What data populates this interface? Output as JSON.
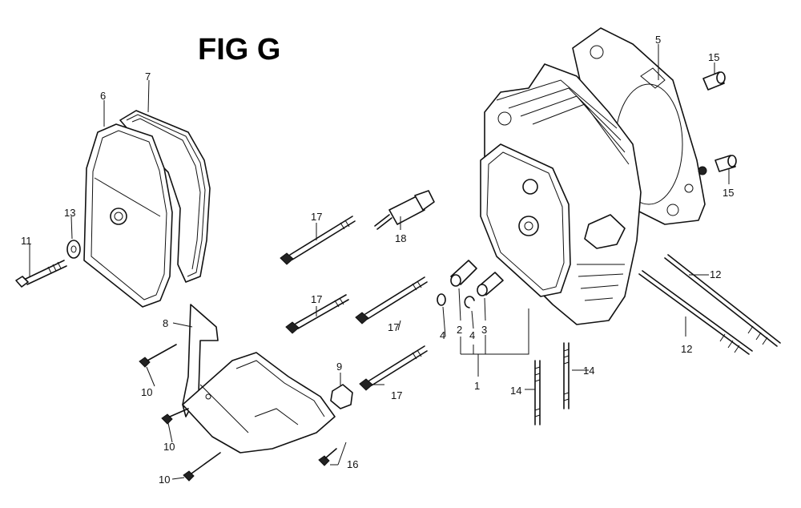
{
  "title": "FIG G",
  "callouts": [
    {
      "id": "c1",
      "text": "1"
    },
    {
      "id": "c2",
      "text": "2"
    },
    {
      "id": "c3",
      "text": "3"
    },
    {
      "id": "c4a",
      "text": "4"
    },
    {
      "id": "c4b",
      "text": "4"
    },
    {
      "id": "c5",
      "text": "5"
    },
    {
      "id": "c6",
      "text": "6"
    },
    {
      "id": "c7",
      "text": "7"
    },
    {
      "id": "c8",
      "text": "8"
    },
    {
      "id": "c9",
      "text": "9"
    },
    {
      "id": "c10a",
      "text": "10"
    },
    {
      "id": "c10b",
      "text": "10"
    },
    {
      "id": "c10c",
      "text": "10"
    },
    {
      "id": "c11",
      "text": "11"
    },
    {
      "id": "c12a",
      "text": "12"
    },
    {
      "id": "c12b",
      "text": "12"
    },
    {
      "id": "c13",
      "text": "13"
    },
    {
      "id": "c14a",
      "text": "14"
    },
    {
      "id": "c14b",
      "text": "14"
    },
    {
      "id": "c15a",
      "text": "15"
    },
    {
      "id": "c15b",
      "text": "15"
    },
    {
      "id": "c16",
      "text": "16"
    },
    {
      "id": "c17a",
      "text": "17"
    },
    {
      "id": "c17b",
      "text": "17"
    },
    {
      "id": "c17c",
      "text": "17"
    },
    {
      "id": "c18",
      "text": "18"
    }
  ]
}
